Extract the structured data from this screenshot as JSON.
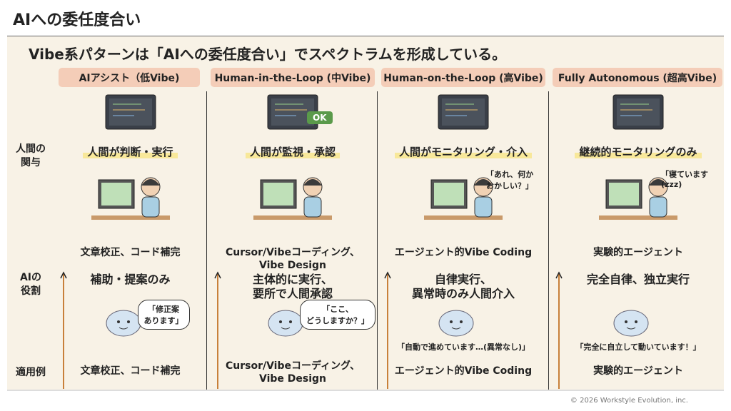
{
  "title": "AIへの委任度合い",
  "subtitle": "Vibe系パターンは「AIへの委任度合い」でスペクトラムを形成している。",
  "row_labels": {
    "human": "人間の\n関与",
    "ai": "AIの\n役割",
    "example": "適用例"
  },
  "columns": [
    {
      "header": "AIアシスト（低Vibe)",
      "human_role": "人間が判断・実行",
      "example_top": "文章校正、コード補完",
      "ai_role": "補助・提案のみ",
      "quote": "「修正案\nあります」",
      "example": "文章校正、コード補完"
    },
    {
      "header": "Human-in-the-Loop (中Vibe)",
      "human_role": "人間が監視・承認",
      "example_top": "Cursor/Vibeコーディング、\nVibe Design",
      "ai_role": "主体的に実行、\n要所で人間承認",
      "quote": "「ここ、\nどうしますか？」",
      "example": "Cursor/Vibeコーディング、\nVibe Design",
      "ok": "OK"
    },
    {
      "header": "Human-on-the-Loop (高Vibe)",
      "human_role": "人間がモニタリング・介入",
      "example_top": "エージェント的Vibe Coding",
      "ai_role": "自律実行、\n異常時のみ人間介入",
      "quote": "「自動で進めています…(異常なし)」",
      "side_quote": "「あれ、何か\nおかしい？」",
      "example": "エージェント的Vibe Coding"
    },
    {
      "header": "Fully Autonomous (超高Vibe)",
      "human_role": "継続的モニタリングのみ",
      "example_top": "実験的エージェント",
      "ai_role": "完全自律、独立実行",
      "quote": "「完全に自立して動いています！」",
      "side_quote": "「寝ています\n(zzz)",
      "example": "実験的エージェント"
    }
  ],
  "copyright": "© 2026 Workstyle Evolution, inc.",
  "colors": {
    "header_bg": "#f4cdb8",
    "panel_bg": "#f8f2e6",
    "highlight": "#f8e89a",
    "arrow": "#c8803a"
  }
}
